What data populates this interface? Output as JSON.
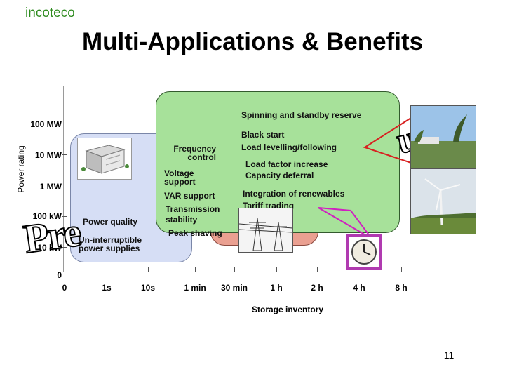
{
  "brand": "incoteco",
  "title": "Multi-Applications & Benefits",
  "y_axis": {
    "title": "Power rating",
    "labels": [
      "100 MW",
      "10 MW",
      "1 MW",
      "100 kW",
      "10 kW",
      "0"
    ]
  },
  "x_axis": {
    "title": "Storage inventory",
    "labels": [
      "0",
      "1s",
      "10s",
      "1 min",
      "30 min",
      "1 h",
      "2 h",
      "4 h",
      "8 h"
    ]
  },
  "power_quality": {
    "label": "Power quality",
    "ups": "Un-interruptible\npower supplies"
  },
  "grid_support": {
    "frequency": "Frequency\ncontrol",
    "voltage": "Voltage\nsupport",
    "var": "VAR support",
    "transmission": "Transmission\nstability",
    "peak": "Peak shaving"
  },
  "energy_management": {
    "spinning": "Spinning and standby reserve",
    "black_start": "Black start\nLoad levelling/following",
    "load_factor": "Load factor increase\nCapacity deferral",
    "renewables": "Integration of renewables\nTariff trading"
  },
  "watermark_left": "Pre",
  "watermark_right": "ut",
  "page_number": "11",
  "colors": {
    "brand": "#2e8b1f",
    "blue_region": "#d6def5",
    "red_region": "#eaa091",
    "green_region": "#a7e19a",
    "callout_red": "#d82020",
    "callout_magenta": "#d020c0"
  }
}
